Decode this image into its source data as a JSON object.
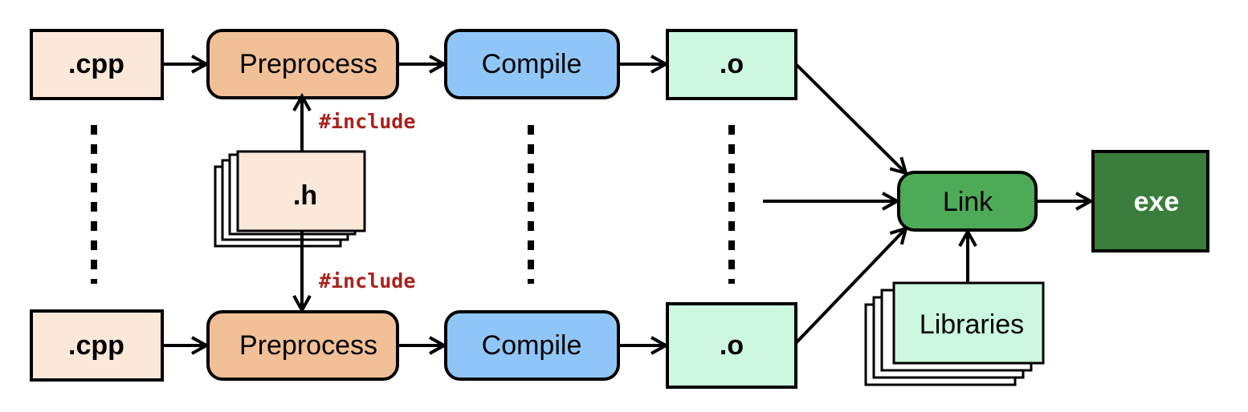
{
  "colors": {
    "source_file": "#fbe8d9",
    "preprocess": "#f1c096",
    "compile": "#90c6f7",
    "object_file": "#cbf8de",
    "link": "#4daa57",
    "exe": "#3a7d3c",
    "include_text": "#a8231c",
    "stroke": "#000000",
    "exe_text": "#ffffff"
  },
  "rows": [
    {
      "source": ".cpp",
      "preprocess": "Preprocess",
      "compile": "Compile",
      "object": ".o"
    },
    {
      "source": ".cpp",
      "preprocess": "Preprocess",
      "compile": "Compile",
      "object": ".o"
    }
  ],
  "header": {
    "label": ".h",
    "include_top": "#include",
    "include_bottom": "#include"
  },
  "link": {
    "label": "Link"
  },
  "libraries": {
    "label": "Libraries"
  },
  "output": {
    "label": "exe"
  }
}
